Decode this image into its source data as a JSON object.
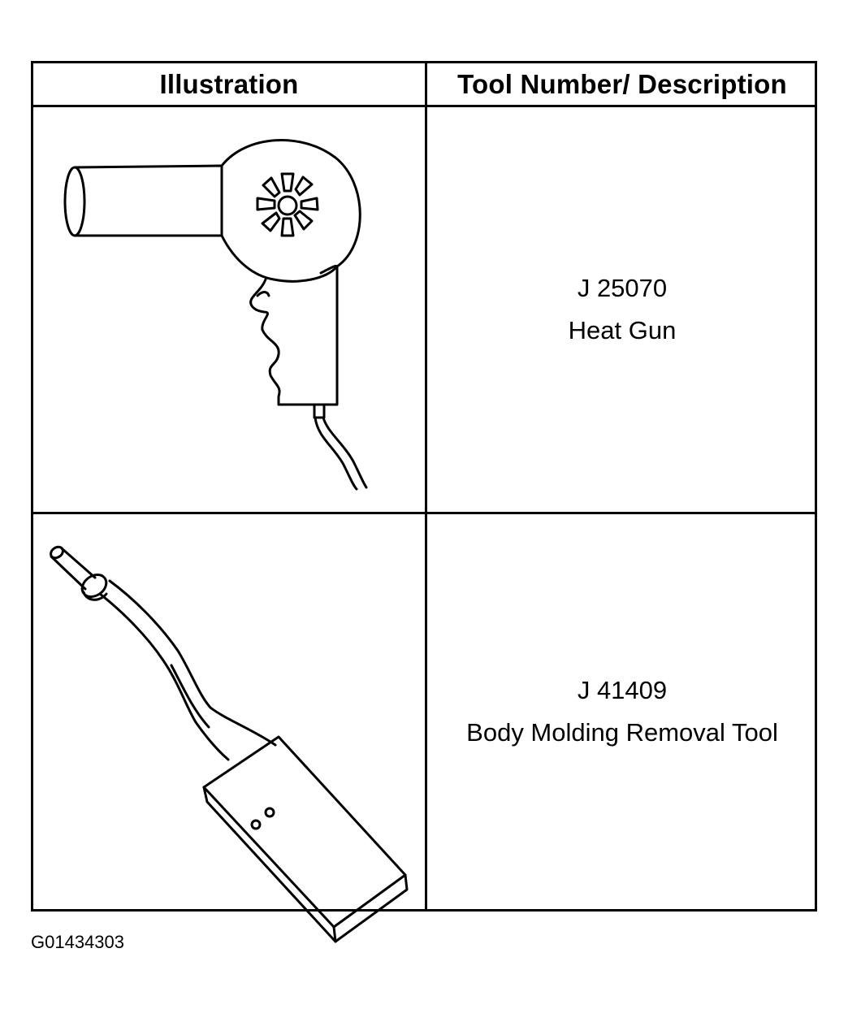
{
  "table": {
    "headers": {
      "illustration": "Illustration",
      "description": "Tool Number/ Description"
    },
    "rows": [
      {
        "tool_number": "J 25070",
        "description": "Heat Gun",
        "illustration_icon": "heat-gun-icon"
      },
      {
        "tool_number": "J 41409",
        "description": "Body Molding Removal Tool",
        "illustration_icon": "body-molding-removal-tool-icon"
      }
    ]
  },
  "figure_id": "G01434303"
}
